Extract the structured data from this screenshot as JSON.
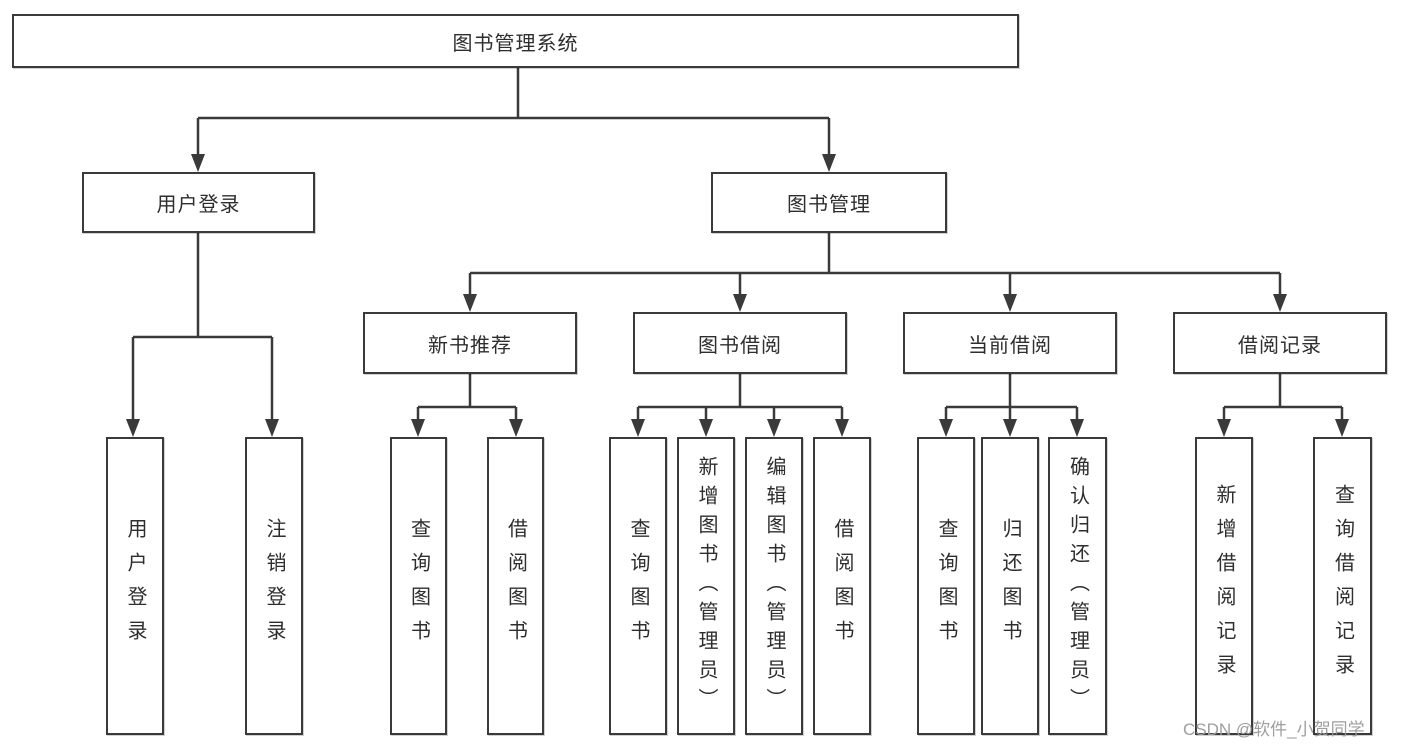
{
  "colors": {
    "line": "#3a3a3a",
    "text": "#2e2e2e",
    "box_bg": "#ffffff",
    "watermark": "#9e9e9e",
    "page_bg": "#ffffff"
  },
  "watermark": "CSDN @软件_小贺同学",
  "tree": {
    "label": "图书管理系统",
    "children": [
      {
        "label": "用户登录",
        "children": [
          {
            "label": "用户登录"
          },
          {
            "label": "注销登录"
          }
        ]
      },
      {
        "label": "图书管理",
        "children": [
          {
            "label": "新书推荐",
            "children": [
              {
                "label": "查询图书"
              },
              {
                "label": "借阅图书"
              }
            ]
          },
          {
            "label": "图书借阅",
            "children": [
              {
                "label": "查询图书"
              },
              {
                "label": "新增图书（管理员）"
              },
              {
                "label": "编辑图书（管理员）"
              },
              {
                "label": "借阅图书"
              }
            ]
          },
          {
            "label": "当前借阅",
            "children": [
              {
                "label": "查询图书"
              },
              {
                "label": "归还图书"
              },
              {
                "label": "确认归还（管理员）"
              }
            ]
          },
          {
            "label": "借阅记录",
            "children": [
              {
                "label": "新增借阅记录"
              },
              {
                "label": "查询借阅记录"
              }
            ]
          }
        ]
      }
    ]
  }
}
